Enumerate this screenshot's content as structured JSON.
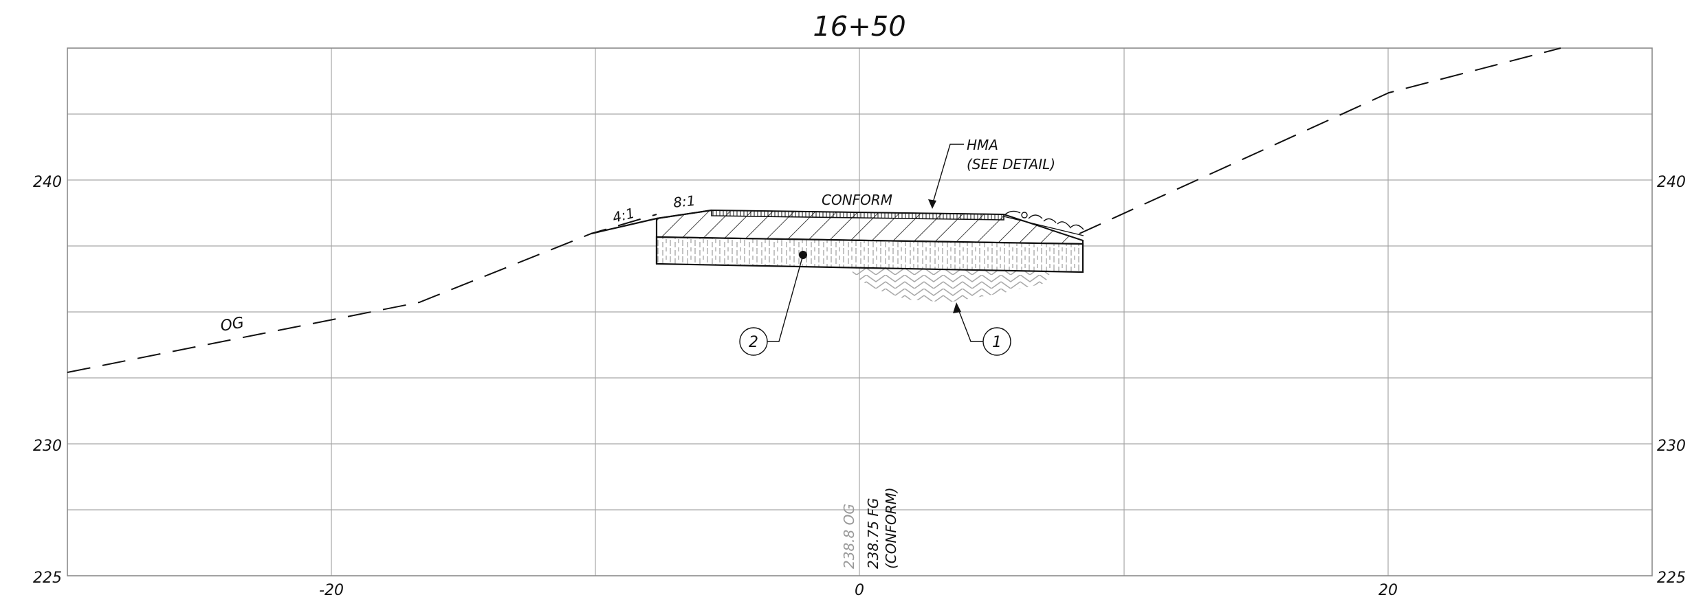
{
  "section": {
    "title": "16+50"
  },
  "axes": {
    "x_ticks": [
      "-20",
      "0",
      "20"
    ],
    "y_ticks_left": [
      "240",
      "230",
      "225"
    ],
    "y_ticks_right": [
      "240",
      "230",
      "225"
    ],
    "x_range": [
      -30,
      30
    ],
    "y_range": [
      225,
      245
    ],
    "grid": true
  },
  "annotations": {
    "og_label": "OG",
    "slope_left": "4:1",
    "slope_right": "8:1",
    "conform": "CONFORM",
    "hma_line1": "HMA",
    "hma_line2": "(SEE DETAIL)",
    "callout_1": "1",
    "callout_2": "2",
    "elev_og": "238.8 OG",
    "elev_fg_line1": "238.75 FG",
    "elev_fg_line2": "(CONFORM)"
  },
  "colors": {
    "ink": "#111111",
    "grid": "#a6a6a6",
    "og_elevation_text": "#9a9a9a"
  }
}
